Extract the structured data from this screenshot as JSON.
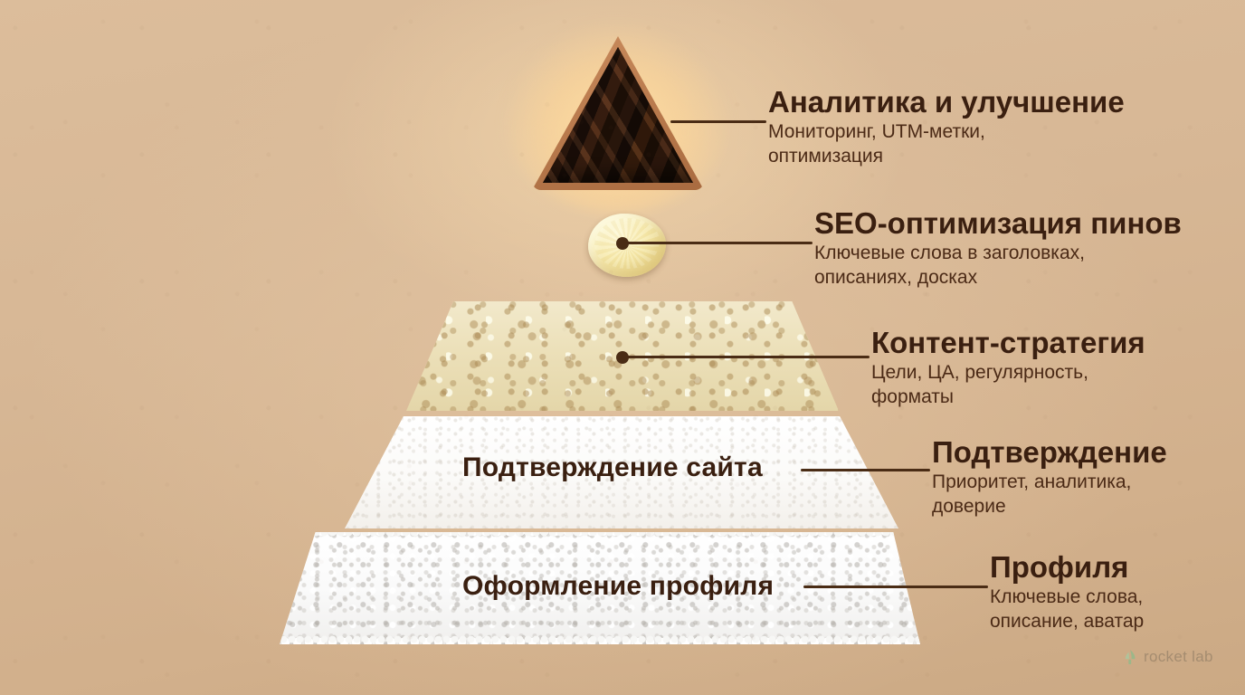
{
  "background_color": "#d6b693",
  "text_color": "#3a1f10",
  "pyramid": {
    "inline_captions": {
      "layer4": "Подтверждение сайта",
      "layer5": "Оформление профиля"
    },
    "layers": [
      {
        "id": "analytics",
        "material": "dark-chocolate-shavings-triangle",
        "color": "#2a1509",
        "title": "Аналитика и улучшение",
        "subtitle": "Мониторинг, UTM-метки,\nоптимизация"
      },
      {
        "id": "seo",
        "material": "butter-blob",
        "color": "#f2e3a3",
        "title": "SEO-оптимизация пинов",
        "subtitle": "Ключевые слова в заголовках,\nописаниях, досках"
      },
      {
        "id": "content",
        "material": "porous-cream-crust",
        "color": "#ece0b9",
        "title": "Контент-стратегия",
        "subtitle": "Цели, ЦА, регулярность,\nформаты"
      },
      {
        "id": "verification",
        "material": "smooth-white-slab",
        "color": "#ffffff",
        "title": "Подтверждение",
        "subtitle": "Приоритет, аналитика,\nдоверие"
      },
      {
        "id": "profile",
        "material": "granular-white-salt",
        "color": "#f7f7f5",
        "title": "Профиля",
        "subtitle": "Ключевые слова,\nописание, аватар"
      }
    ]
  },
  "watermark": {
    "text": "rocket lab",
    "icon": "rocket-leaf-icon",
    "icon_color": "#7fbf8c"
  }
}
